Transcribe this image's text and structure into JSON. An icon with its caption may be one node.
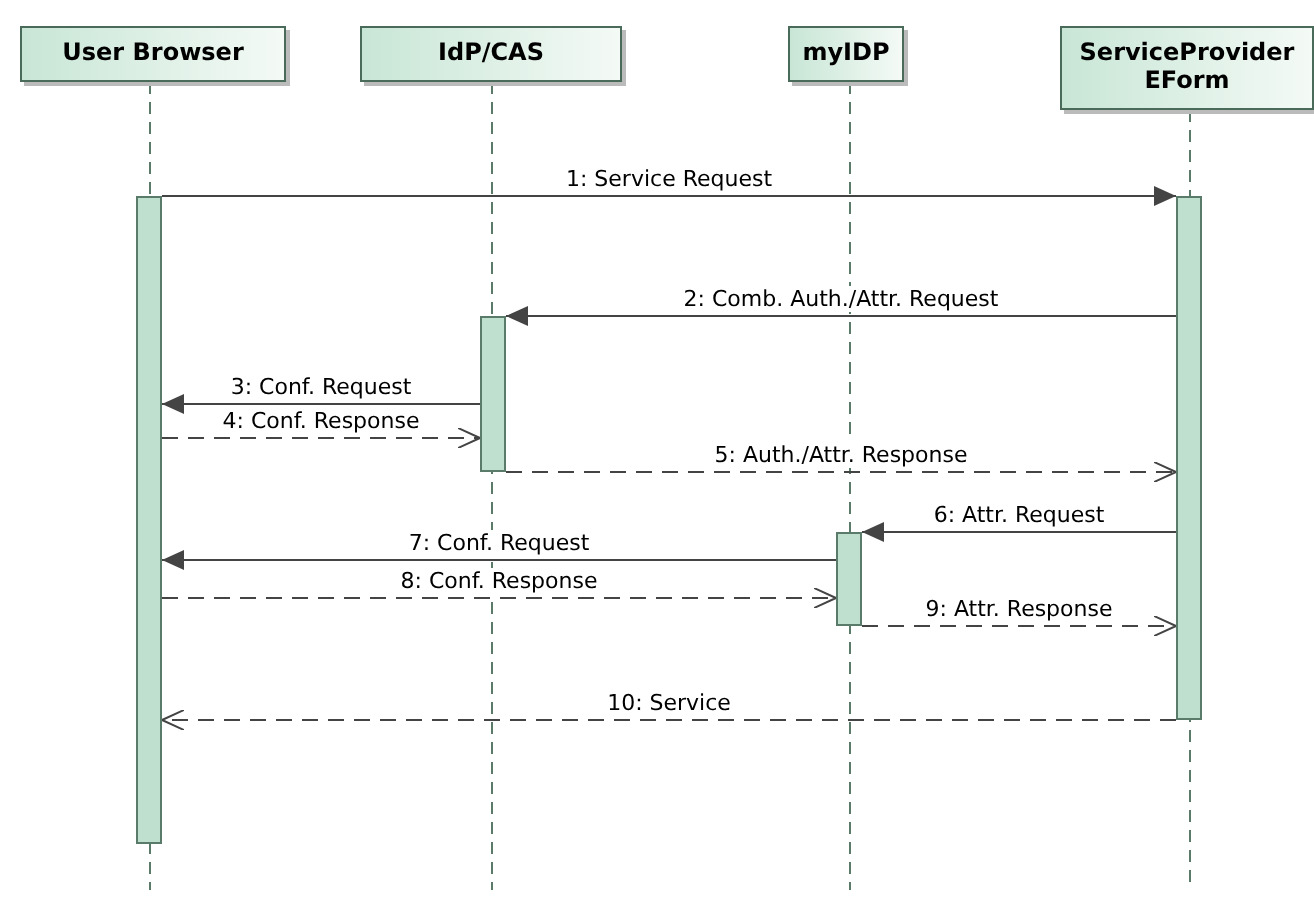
{
  "diagram": {
    "nodes": [
      {
        "text": [
          "User Browser"
        ]
      },
      {
        "text": [
          "IdP/CAS"
        ]
      },
      {
        "text": [
          "myIDP"
        ]
      },
      {
        "text": [
          "ServiceProvider EForm"
        ]
      },
      {
        "text": [],
        "shape": "bar"
      },
      {
        "text": [],
        "shape": "bar"
      },
      {
        "text": [],
        "shape": "bar"
      },
      {
        "text": [],
        "shape": "bar"
      }
    ],
    "edges": [
      {
        "from": 4,
        "to": 7,
        "arrow": "to",
        "label": "1: Service Request"
      },
      {
        "from": 7,
        "to": 5,
        "arrow": "to",
        "label": "2: Comb. Auth./Attr. Request"
      },
      {
        "from": 5,
        "to": 4,
        "arrow": "to",
        "label": "3: Conf. Request"
      },
      {
        "from": 4,
        "to": 5,
        "arrow": "to",
        "label": "4: Conf. Response",
        "style": "dashed"
      },
      {
        "from": 5,
        "to": 7,
        "arrow": "to",
        "label": "5: Auth./Attr. Response",
        "style": "dashed"
      },
      {
        "from": 7,
        "to": 6,
        "arrow": "to",
        "label": "6: Attr. Request"
      },
      {
        "from": 6,
        "to": 4,
        "arrow": "to",
        "label": "7: Conf. Request"
      },
      {
        "from": 4,
        "to": 6,
        "arrow": "to",
        "label": "8: Conf. Response",
        "style": "dashed"
      },
      {
        "from": 6,
        "to": 7,
        "arrow": "to",
        "label": "9: Attr. Response",
        "style": "dashed"
      },
      {
        "from": 7,
        "to": 4,
        "arrow": "to",
        "label": "10: Service",
        "style": "dashed"
      }
    ]
  }
}
